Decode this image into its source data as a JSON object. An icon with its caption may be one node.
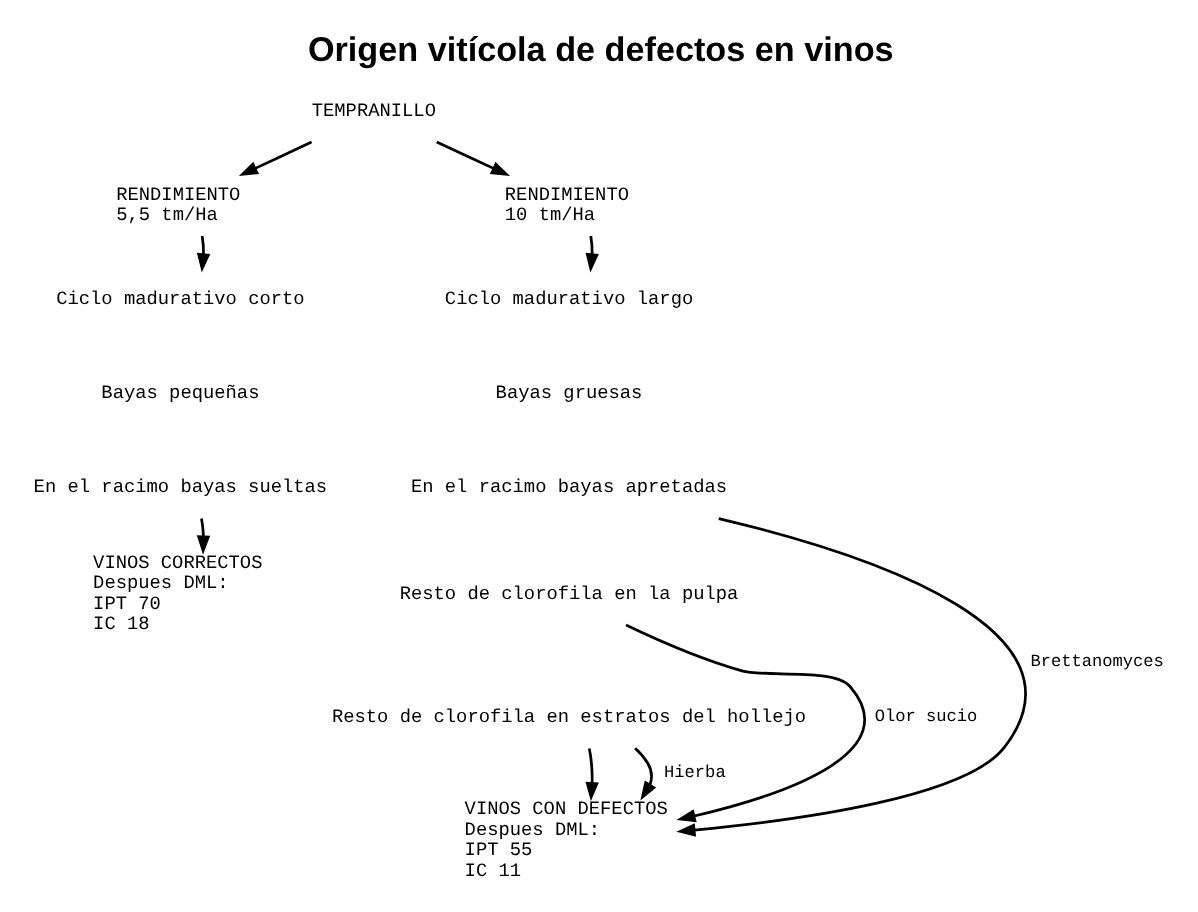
{
  "diagram": {
    "title": "Origen vitícola de defectos en vinos",
    "nodes": [
      {
        "text": [
          "TEMPRANILLO"
        ]
      },
      {
        "text": [
          "RENDIMIENTO",
          "5,5 tm/Ha"
        ]
      },
      {
        "text": [
          "Ciclo madurativo corto"
        ]
      },
      {
        "text": [
          "Bayas pequeñas"
        ]
      },
      {
        "text": [
          "En el racimo bayas sueltas"
        ]
      },
      {
        "text": [
          "VINOS CORRECTOS",
          "Despues DML:",
          "IPT 70",
          "IC 18"
        ]
      },
      {
        "text": [
          "RENDIMIENTO",
          "10 tm/Ha"
        ]
      },
      {
        "text": [
          "Ciclo madurativo largo"
        ]
      },
      {
        "text": [
          "Bayas gruesas"
        ]
      },
      {
        "text": [
          "En el racimo bayas apretadas"
        ]
      },
      {
        "text": [
          "Resto de clorofila en la pulpa"
        ]
      },
      {
        "text": [
          "Resto de clorofila en estratos del hollejo"
        ]
      },
      {
        "text": [
          "VINOS CON DEFECTOS",
          "Despues DML:",
          "IPT 55",
          "IC 11"
        ]
      }
    ],
    "edges": [
      {
        "from": 0,
        "to": 1,
        "arrow": "to"
      },
      {
        "from": 0,
        "to": 6,
        "arrow": "to"
      },
      {
        "from": 1,
        "to": 2,
        "arrow": "to"
      },
      {
        "from": 4,
        "to": 5,
        "arrow": "to"
      },
      {
        "from": 6,
        "to": 7,
        "arrow": "to"
      },
      {
        "from": 11,
        "to": 12,
        "arrow": "to"
      },
      {
        "from": 9,
        "to": 12,
        "arrow": "to",
        "label": "Brettanomyces"
      },
      {
        "from": 11,
        "to": 12,
        "arrow": "to",
        "label": "Hierba"
      },
      {
        "from": 10,
        "to": 12,
        "arrow": "to",
        "label": "Olor sucio"
      }
    ]
  }
}
